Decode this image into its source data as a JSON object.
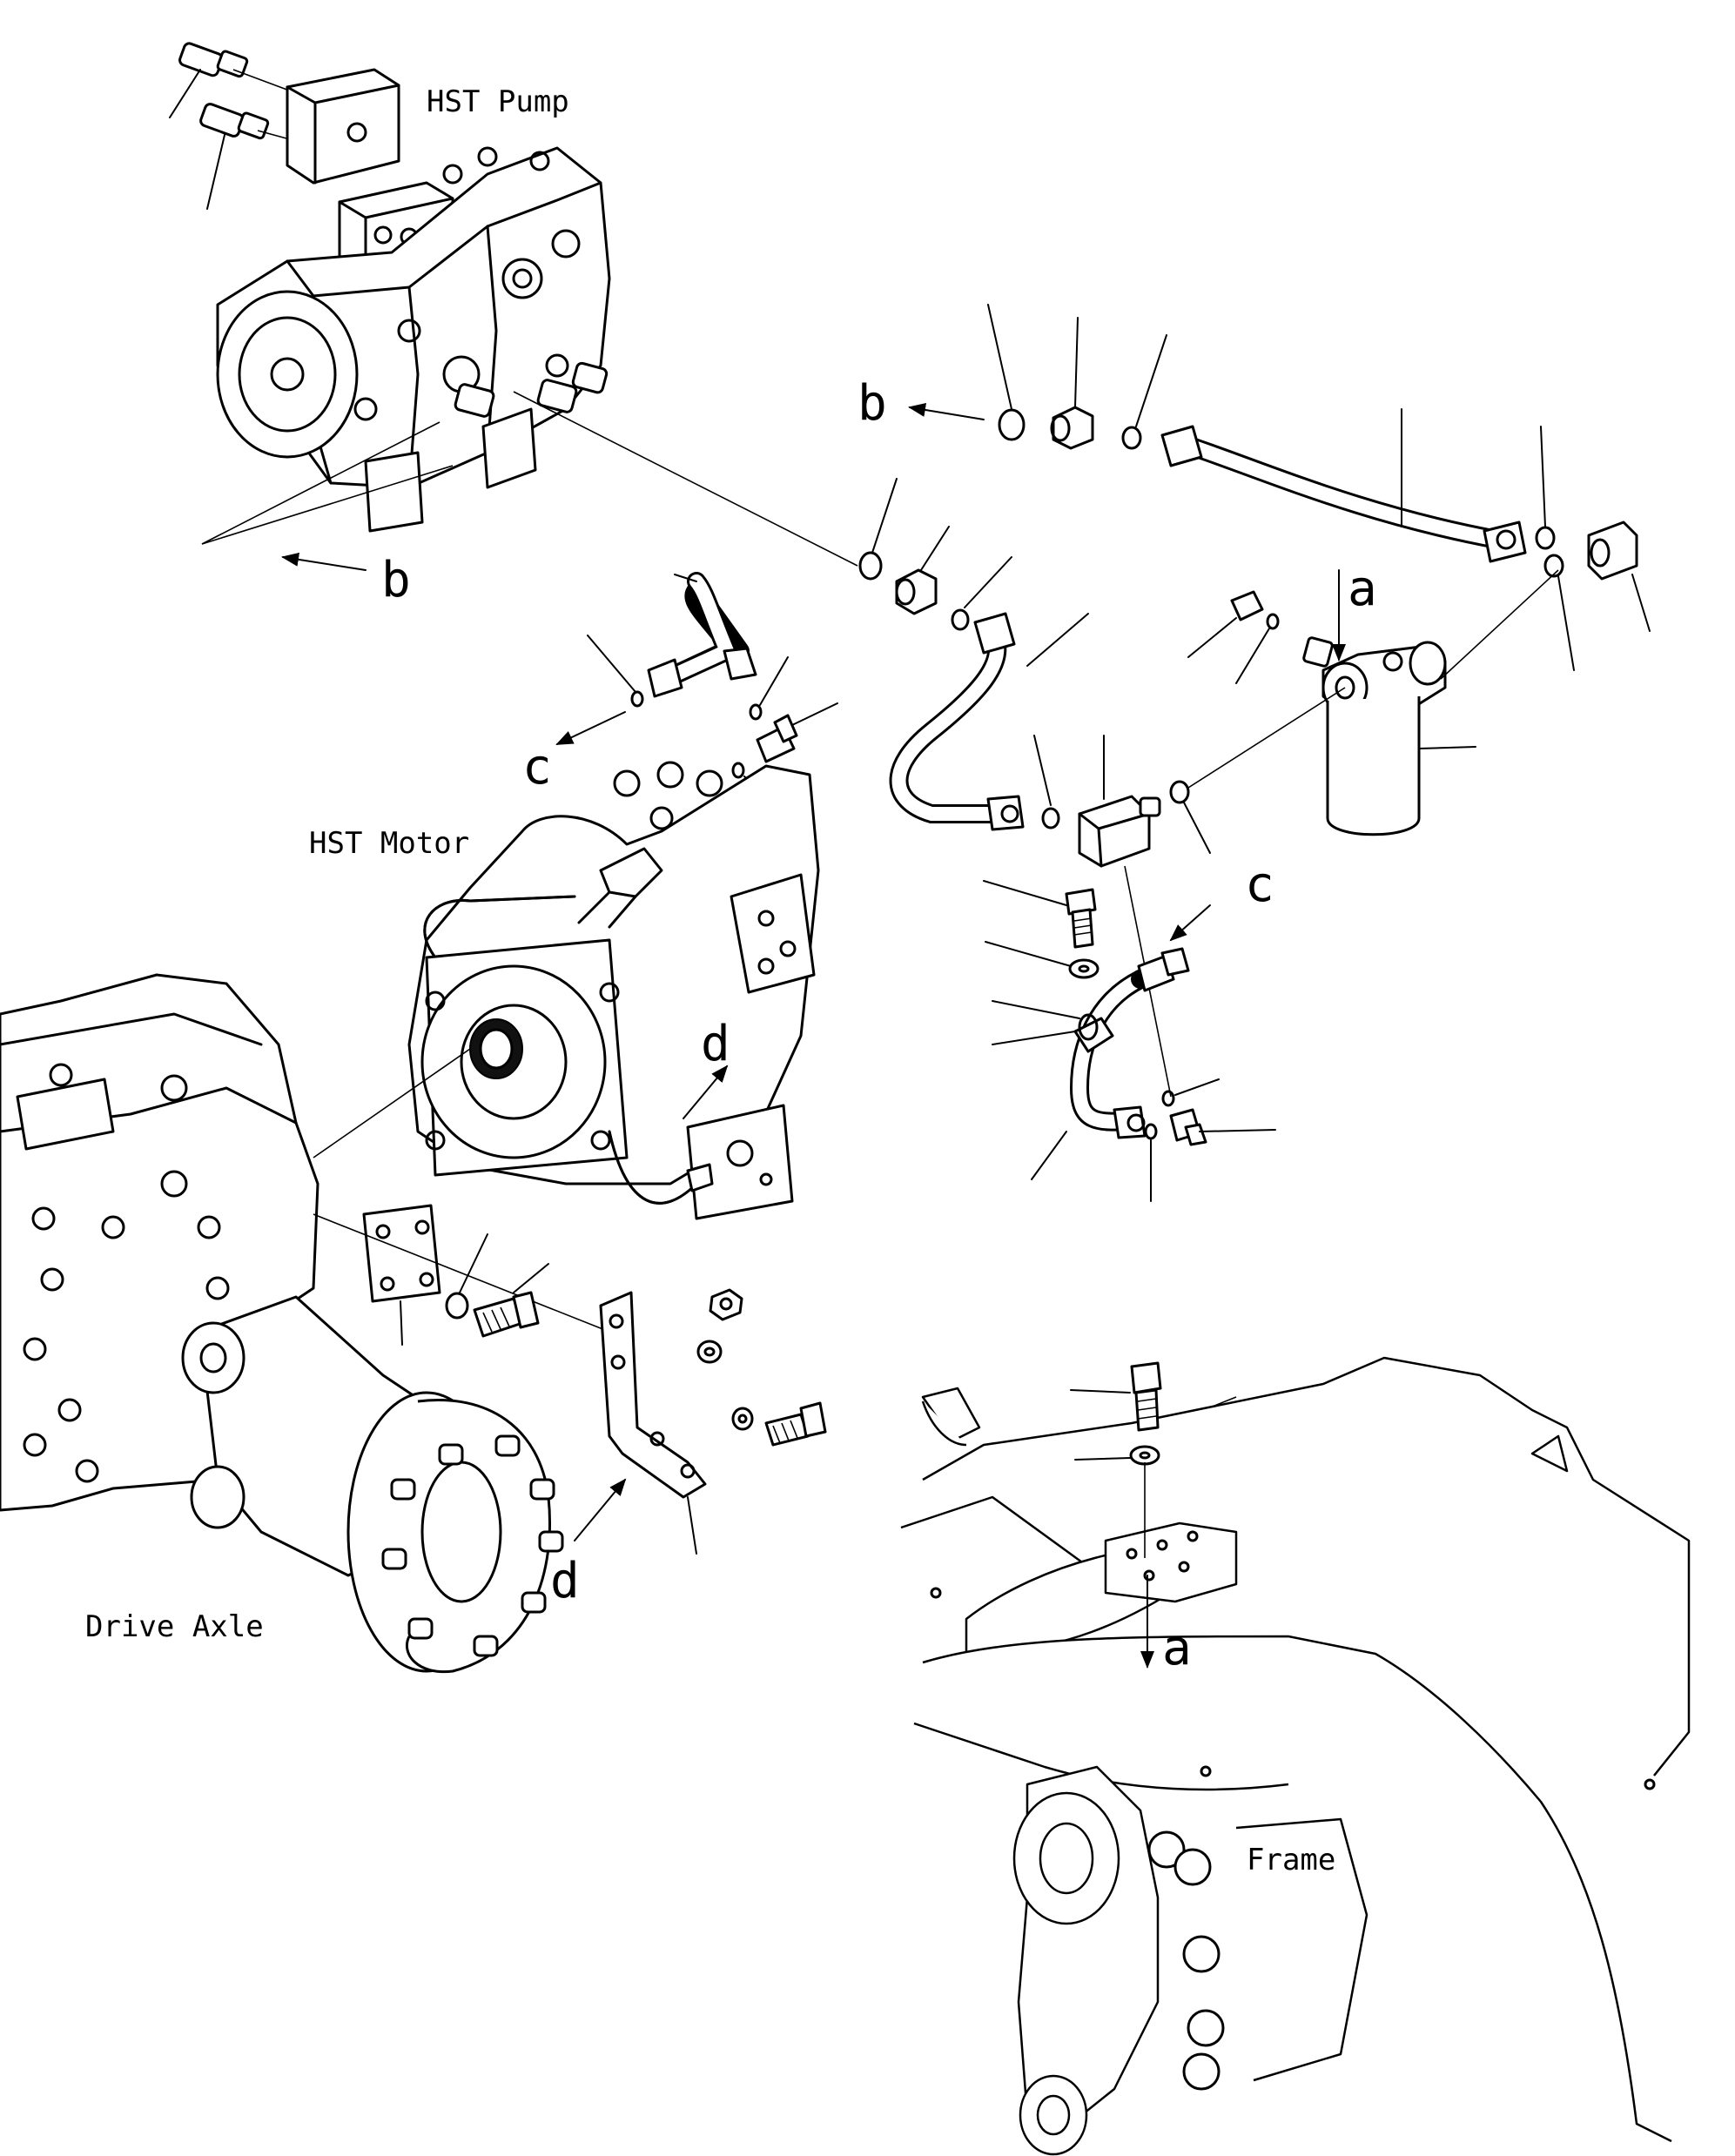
{
  "labels": {
    "hst_pump": "HST Pump",
    "hst_motor": "HST Motor",
    "drive_axle": "Drive Axle",
    "frame": "Frame"
  },
  "refs": {
    "a": "a",
    "b": "b",
    "c": "c",
    "d": "d"
  }
}
